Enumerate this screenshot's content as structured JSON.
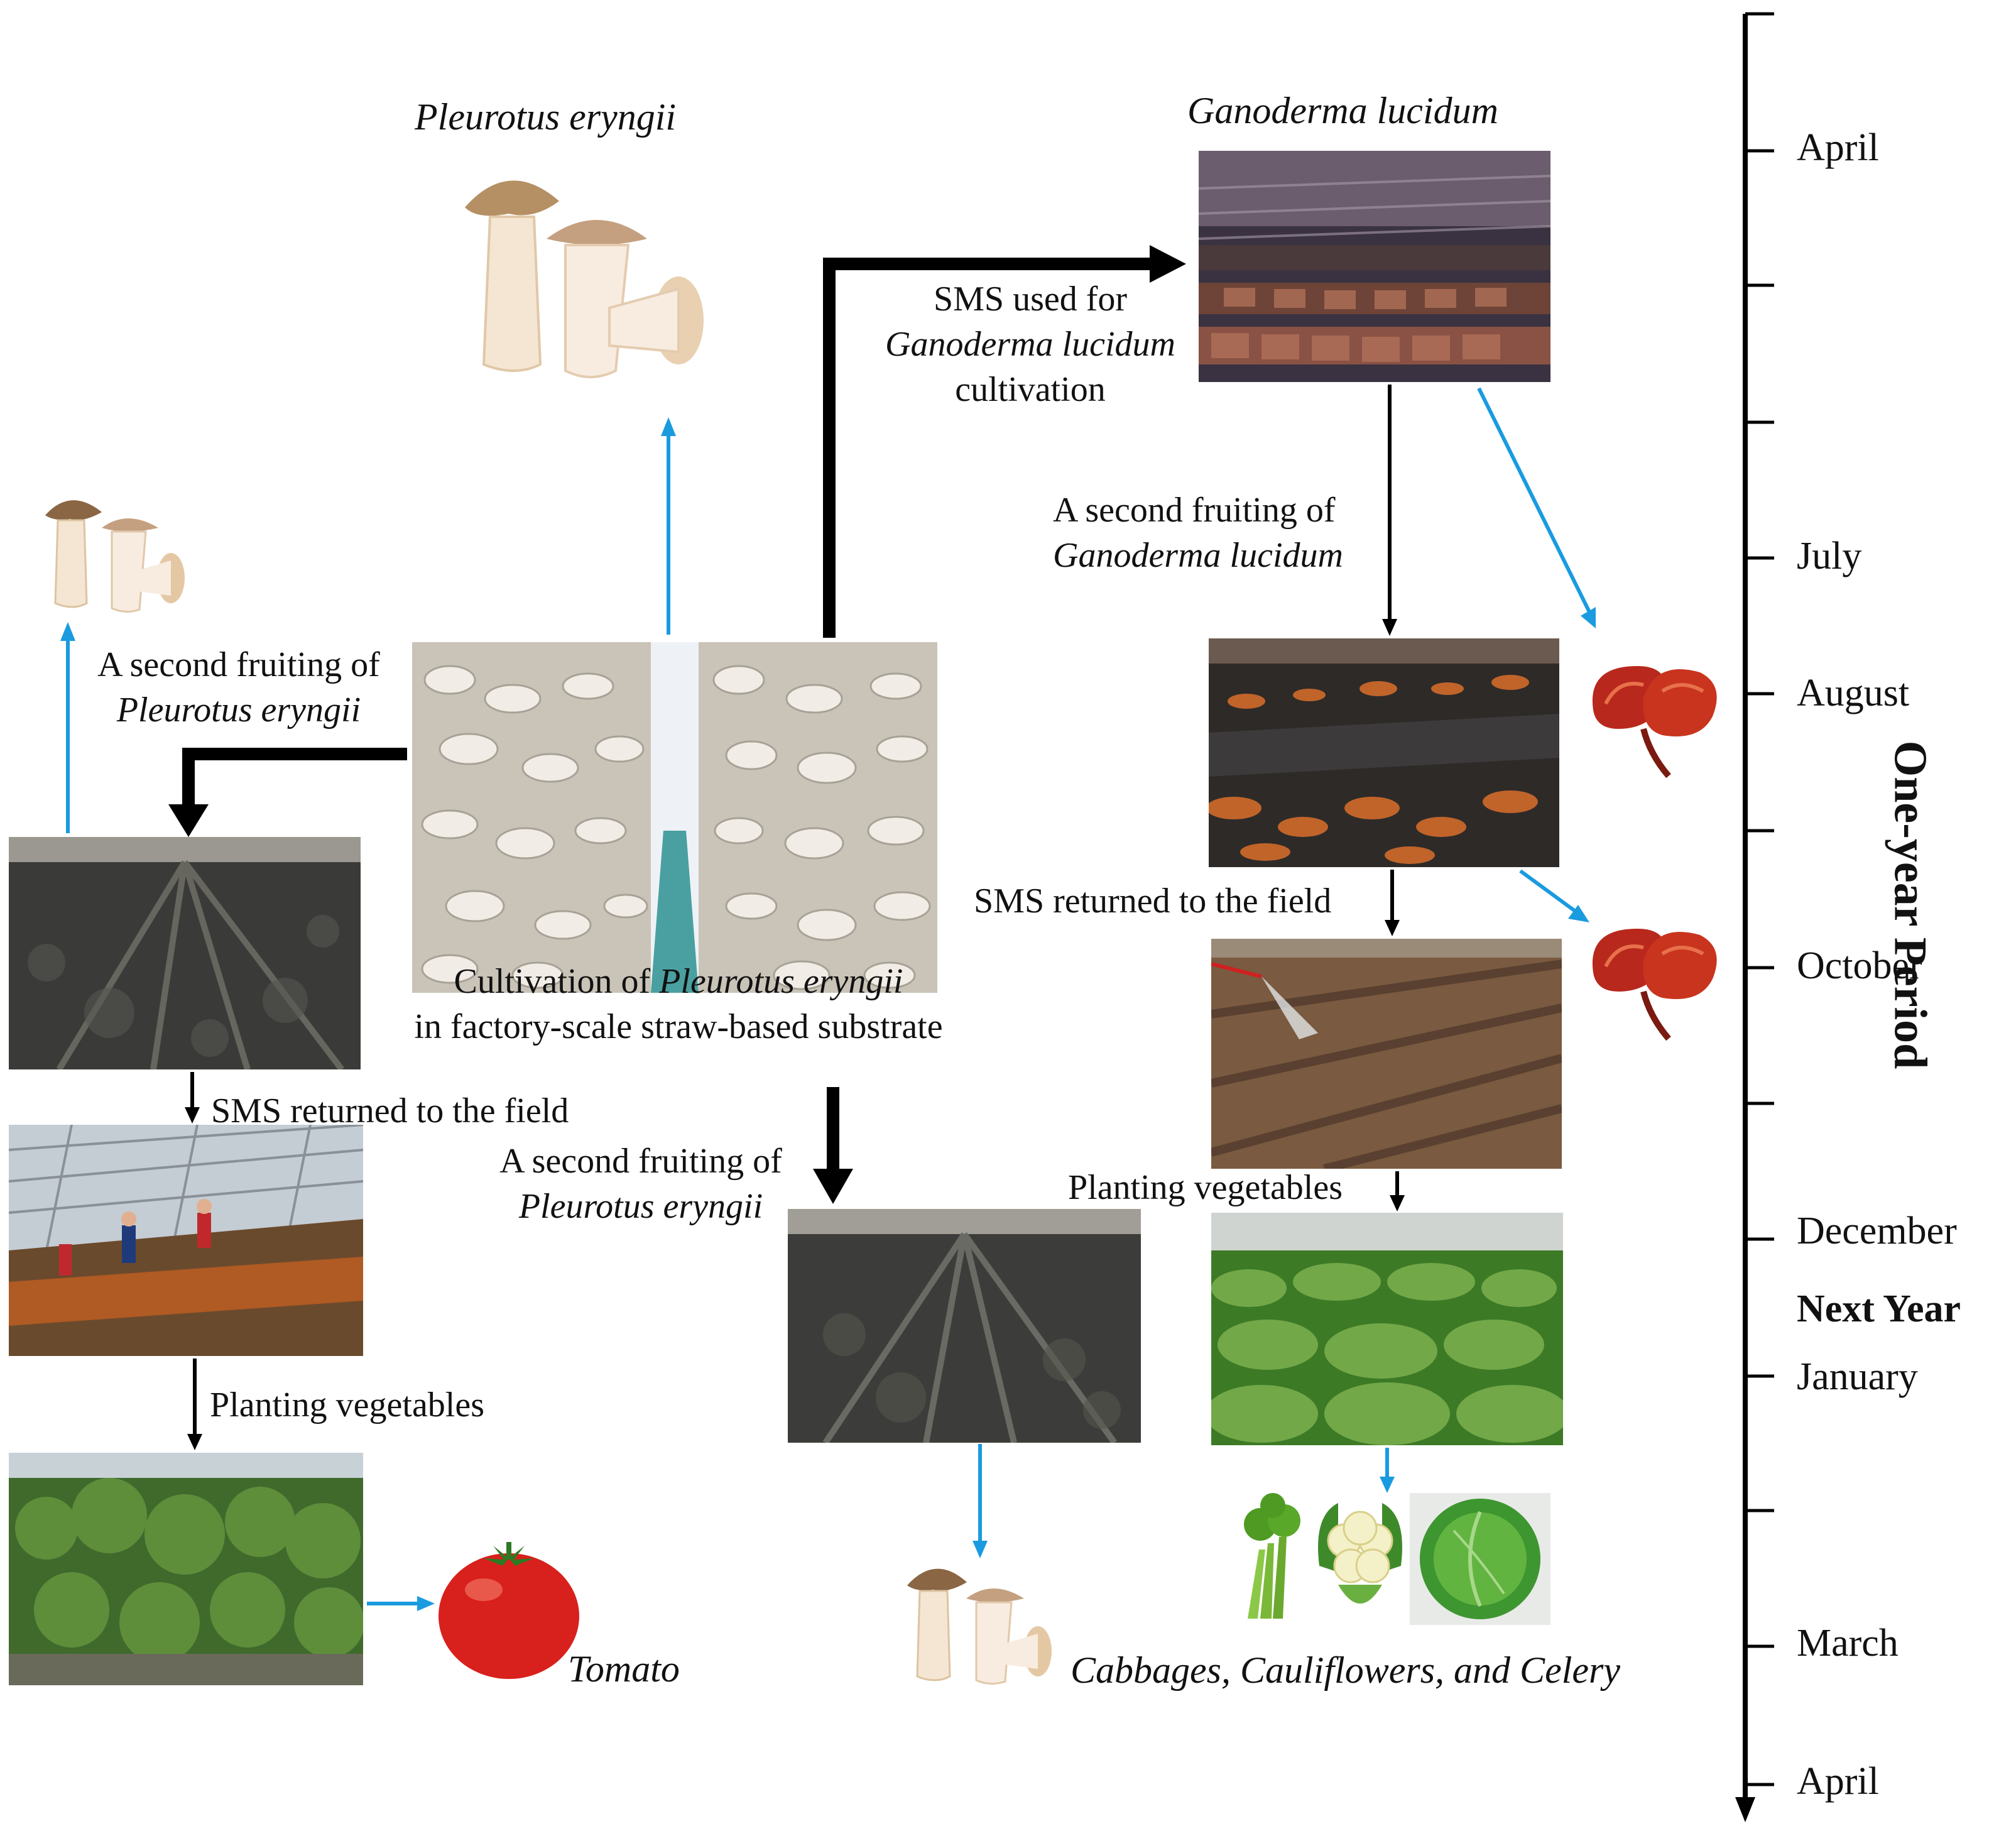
{
  "titles": {
    "pleurotus": "Pleurotus eryngii",
    "ganoderma": "Ganoderma lucidum"
  },
  "labels": {
    "sms_ganoderma_1": "SMS used for",
    "sms_ganoderma_2": "Ganoderma lucidum",
    "sms_ganoderma_3": "cultivation",
    "gl_second_1": "A second fruiting of",
    "gl_second_2": "Ganoderma lucidum",
    "pe_second_left_1": "A second fruiting of",
    "pe_second_left_2": "Pleurotus eryngii",
    "cultivation_1a": "Cultivation of ",
    "cultivation_1b": "Pleurotus eryngii",
    "cultivation_2": "in factory-scale straw-based substrate",
    "sms_returned_left": "SMS returned to the field",
    "pe_second_mid_1": "A second fruiting of",
    "pe_second_mid_2": "Pleurotus eryngii",
    "planting_left": "Planting vegetables",
    "tomato": "Tomato",
    "sms_returned_right": "SMS returned to the field",
    "planting_right": "Planting vegetables",
    "veg_result": "Cabbages, Cauliflowers, and Celery"
  },
  "timeline": {
    "title": "One-year Period",
    "months": [
      "April",
      "July",
      "August",
      "October",
      "December",
      "January",
      "March",
      "April"
    ],
    "next_year": "Next Year"
  },
  "colors": {
    "black_arrow": "#000000",
    "blue_arrow": "#1a9be0",
    "ganoderma_red": "#b8281c"
  }
}
